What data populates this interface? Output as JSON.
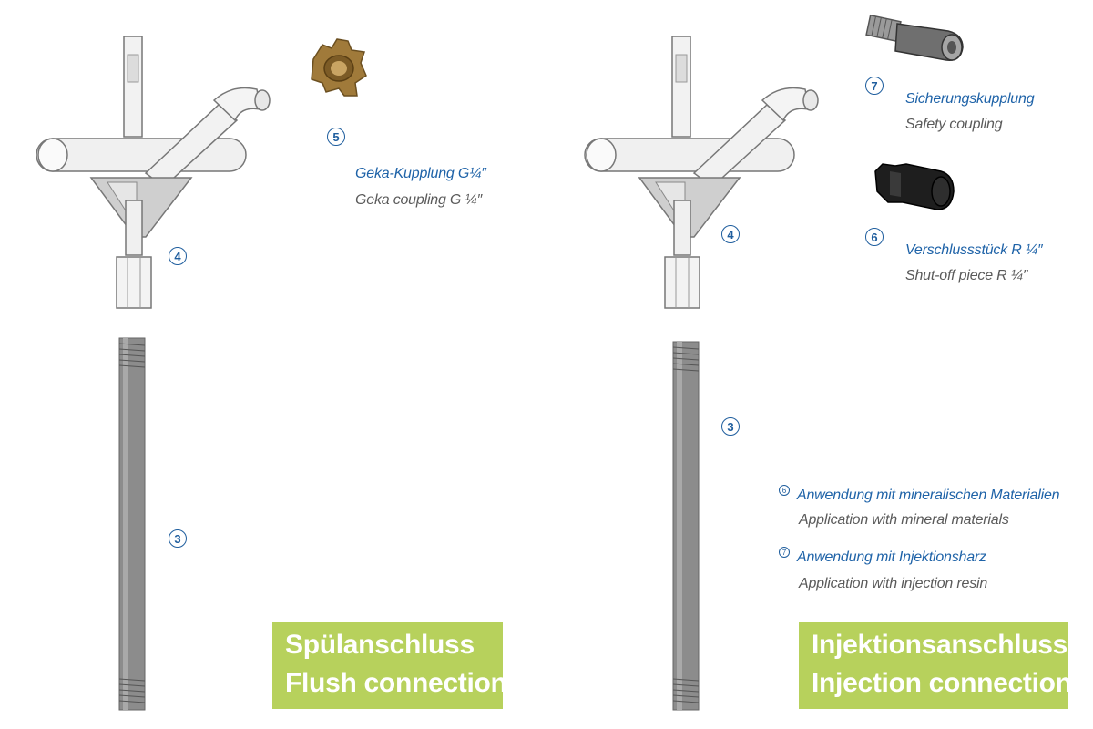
{
  "left": {
    "part5": {
      "number": "5",
      "de": "Geka-Kupplung G¼″",
      "en": "Geka coupling G ¼″"
    },
    "part4": {
      "number": "4"
    },
    "part3": {
      "number": "3"
    },
    "title": {
      "de": "Spülanschluss",
      "en": "Flush connection"
    }
  },
  "right": {
    "part7": {
      "number": "7",
      "de": "Sicherungskupplung",
      "en": "Safety coupling"
    },
    "part6": {
      "number": "6",
      "de": "Verschlussstück R ¼″",
      "en": "Shut-off piece R ¼″"
    },
    "part4": {
      "number": "4"
    },
    "part3": {
      "number": "3"
    },
    "notes": [
      {
        "number": "6",
        "de": "Anwendung mit mineralischen Materialien",
        "en": "Application with mineral materials"
      },
      {
        "number": "7",
        "de": "Anwendung mit Injektionsharz",
        "en": "Application with injection resin"
      }
    ],
    "title": {
      "de": "Injektionsanschluss",
      "en": "Injection connection"
    }
  },
  "colors": {
    "accent_green": "#b7d15c",
    "number_blue": "#1f5e9e",
    "text_blue": "#1f63a8",
    "text_gray": "#5a5a5a",
    "pipe_gray": "#8a8a8a",
    "coupling_bronze": "#a07a3a"
  }
}
